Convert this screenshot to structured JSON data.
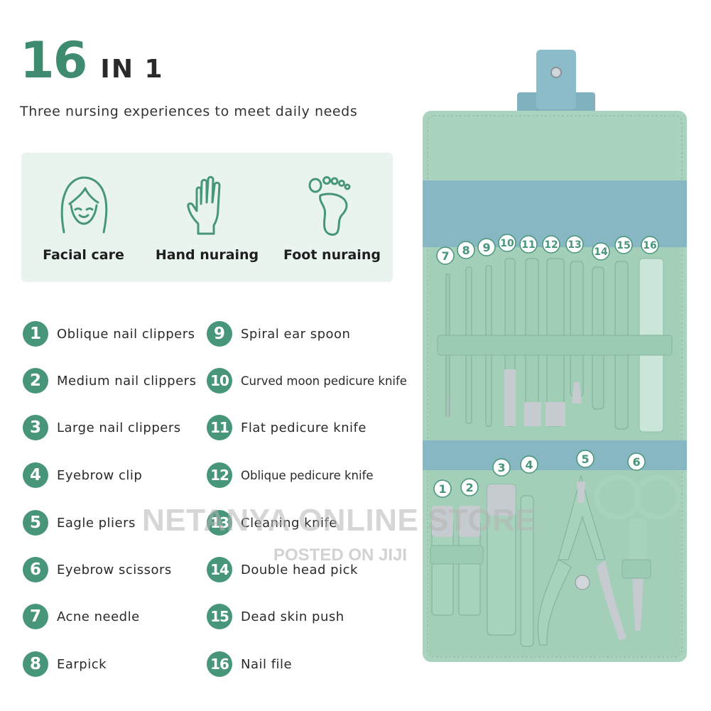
{
  "headline": {
    "number": "16",
    "suffix": "IN 1"
  },
  "subtitle": "Three nursing experiences to meet daily needs",
  "care": [
    {
      "label": "Facial care",
      "icon": "face-icon"
    },
    {
      "label": "Hand nuraing",
      "icon": "hand-icon"
    },
    {
      "label": "Foot nuraing",
      "icon": "foot-icon"
    }
  ],
  "items_left": [
    {
      "num": "1",
      "label": "Oblique nail clippers"
    },
    {
      "num": "2",
      "label": "Medium nail clippers"
    },
    {
      "num": "3",
      "label": "Large nail clippers"
    },
    {
      "num": "4",
      "label": "Eyebrow clip"
    },
    {
      "num": "5",
      "label": "Eagle pliers"
    },
    {
      "num": "6",
      "label": "Eyebrow scissors"
    },
    {
      "num": "7",
      "label": "Acne needle"
    },
    {
      "num": "8",
      "label": "Earpick"
    }
  ],
  "items_right": [
    {
      "num": "9",
      "label": "Spiral ear spoon"
    },
    {
      "num": "10",
      "label": "Curved moon pedicure knife"
    },
    {
      "num": "11",
      "label": "Flat pedicure knife"
    },
    {
      "num": "12",
      "label": "Oblique pedicure knife"
    },
    {
      "num": "13",
      "label": "Cleaning knife"
    },
    {
      "num": "14",
      "label": "Double head pick"
    },
    {
      "num": "15",
      "label": "Dead skin push"
    },
    {
      "num": "16",
      "label": "Nail file"
    }
  ],
  "product_labels_top": [
    "7",
    "8",
    "9",
    "10",
    "11",
    "12",
    "13",
    "14",
    "15",
    "16"
  ],
  "product_labels_bottom": [
    "1",
    "2",
    "3",
    "4",
    "5",
    "6"
  ],
  "watermark": {
    "main": "NETANYA ONLINE STORE",
    "sub": "POSTED ON JIJI"
  },
  "colors": {
    "accent": "#47967a",
    "case": "#a9d3be",
    "band": "#86b7c2",
    "box": "#eaf4ee"
  }
}
